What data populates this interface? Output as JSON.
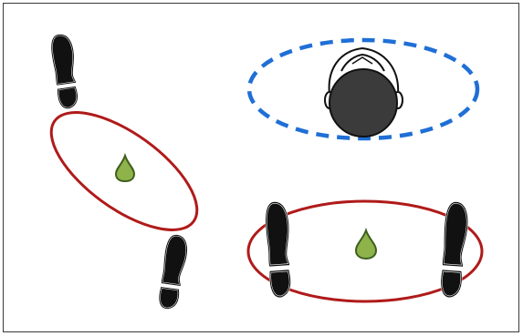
{
  "figure": {
    "background": "#ffffff",
    "frame_color": "#3a3a3a"
  },
  "colors": {
    "stance_ellipse": "#b01a1a",
    "head_ellipse": "#1f6fd6",
    "footprint": "#111111",
    "footprint_outline": "#ffffff",
    "drop_fill": "#8db34a",
    "drop_stroke": "#3f5e1e",
    "hair": "#3b3b3b",
    "face": "#ffffff"
  },
  "elements": {
    "diagonal_stance": {
      "icon": "footprints-diagonal",
      "target": "drop-icon"
    },
    "side_stance": {
      "icon": "footprints-side-by-side",
      "target": "drop-icon"
    },
    "head_zone": {
      "icon": "person-head-top-view",
      "ellipse_style": "dashed"
    }
  }
}
